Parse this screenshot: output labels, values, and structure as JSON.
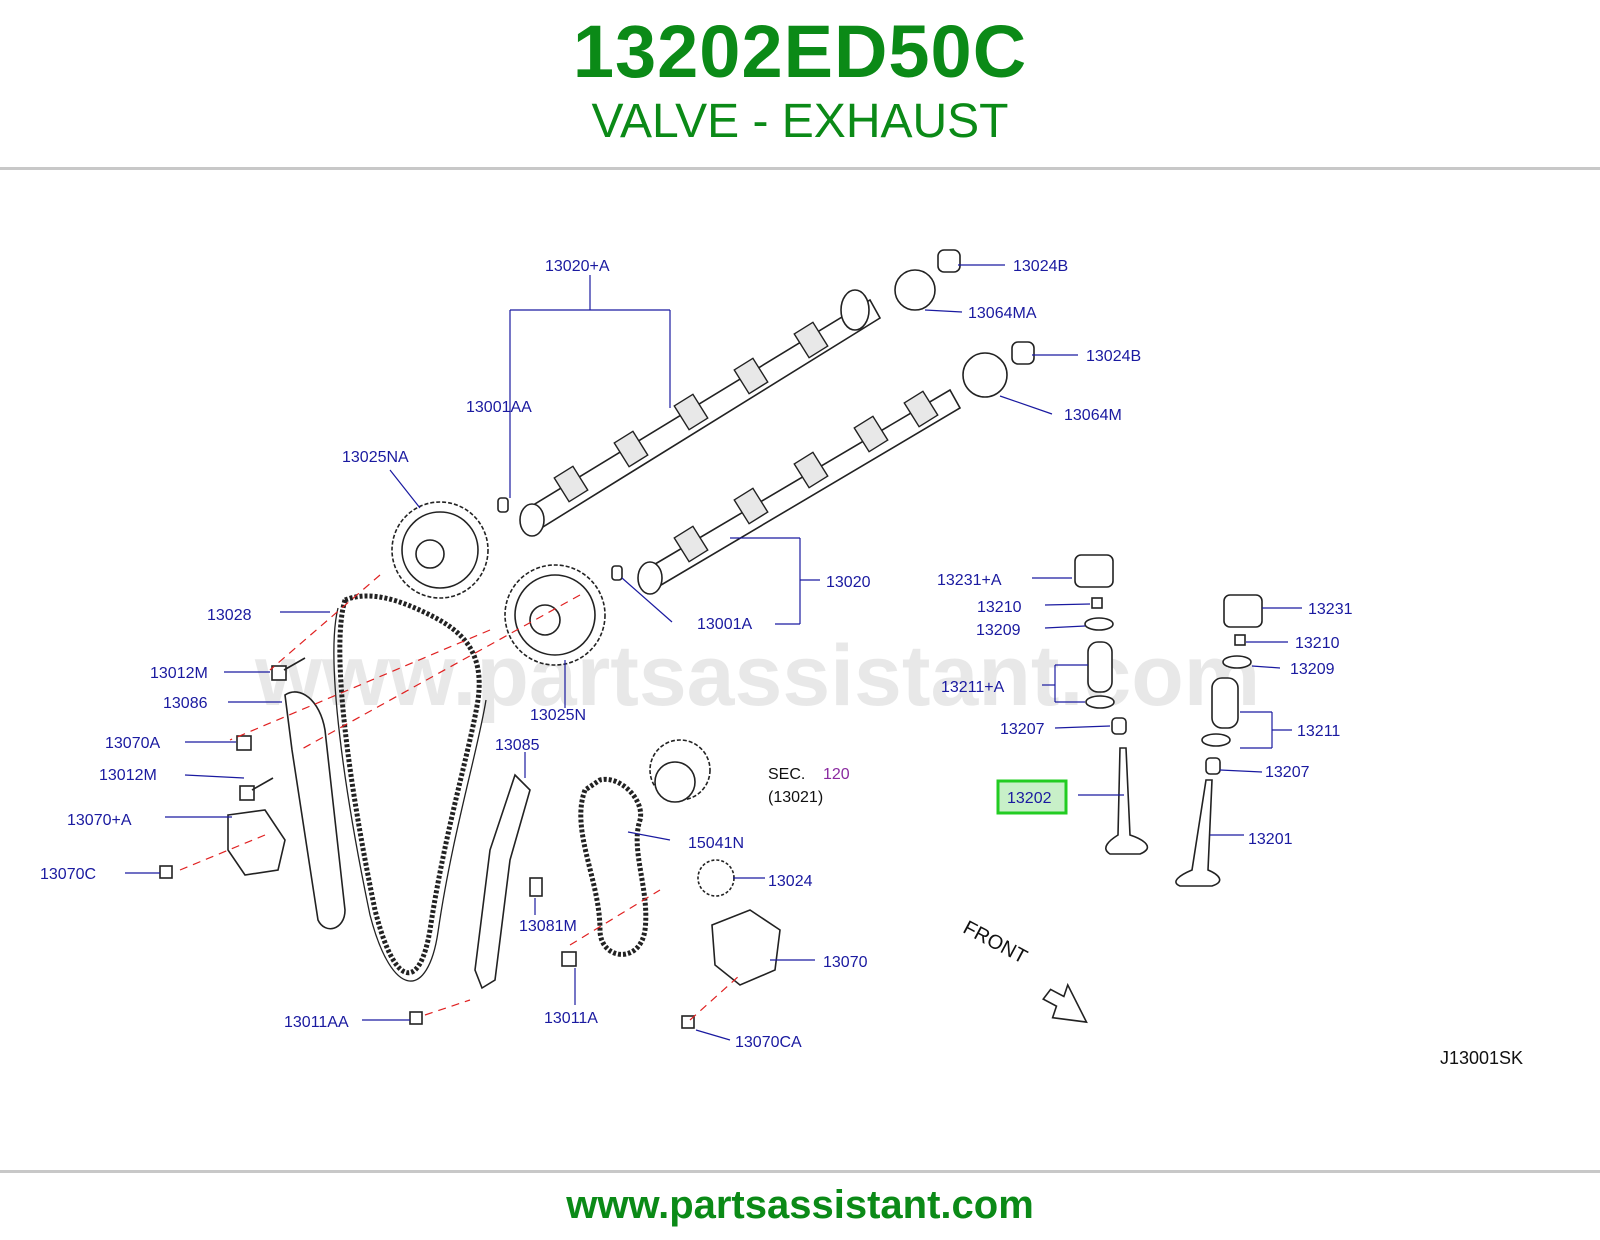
{
  "header": {
    "part_number": "13202ED50C",
    "part_name": "VALVE - EXHAUST"
  },
  "footer": {
    "url": "www.partsassistant.com"
  },
  "diagram": {
    "watermark": "www.partsassistant.com",
    "diagram_code": "J13001SK",
    "front_label": "FRONT",
    "highlighted_part": "13202",
    "sec_label": "SEC.",
    "sec_number": "120",
    "sec_ref": "(13021)",
    "callouts": {
      "c13020_A": "13020+A",
      "c13024B_1": "13024B",
      "c13064MA": "13064MA",
      "c13024B_2": "13024B",
      "c13064M": "13064M",
      "c13001AA": "13001AA",
      "c13025NA": "13025NA",
      "c13020": "13020",
      "c13028": "13028",
      "c13001A": "13001A",
      "c13012M_1": "13012M",
      "c13086": "13086",
      "c13025N": "13025N",
      "c13070A": "13070A",
      "c13085": "13085",
      "c13012M_2": "13012M",
      "c13070_A": "13070+A",
      "c13070C": "13070C",
      "c15041N": "15041N",
      "c13024": "13024",
      "c13081M": "13081M",
      "c13070": "13070",
      "c13011AA": "13011AA",
      "c13011A": "13011A",
      "c13070CA": "13070CA",
      "c13231_A": "13231+A",
      "c13210_1": "13210",
      "c13209_1": "13209",
      "c13211_A": "13211+A",
      "c13207_1": "13207",
      "c13231": "13231",
      "c13210_2": "13210",
      "c13209_2": "13209",
      "c13211": "13211",
      "c13207_2": "13207",
      "c13201": "13201"
    }
  },
  "colors": {
    "brand_green": "#0b8a17",
    "callout_blue": "#1a1aa0",
    "highlight_green": "#22cc22",
    "highlight_fill": "#c8f0c8",
    "guide_red": "#e02020"
  }
}
